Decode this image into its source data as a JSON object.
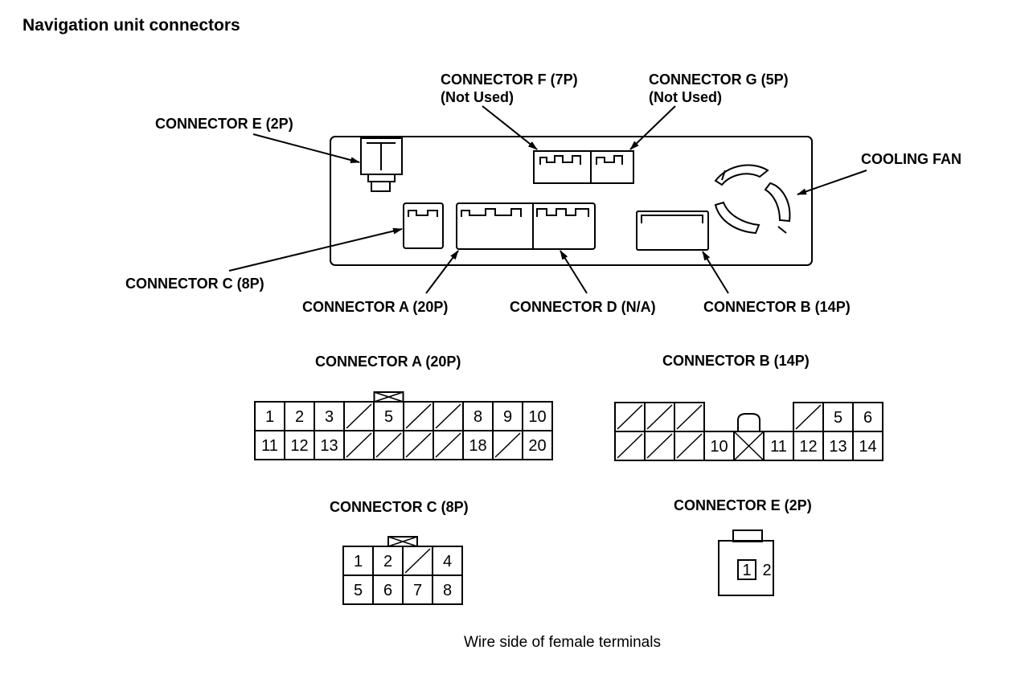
{
  "title": "Navigation unit connectors",
  "callouts": {
    "connector_f": [
      "CONNECTOR F (7P)",
      "(Not Used)"
    ],
    "connector_g": [
      "CONNECTOR G (5P)",
      "(Not Used)"
    ],
    "connector_e": "CONNECTOR E (2P)",
    "cooling_fan": "COOLING FAN",
    "connector_c": "CONNECTOR C (8P)",
    "connector_a": "CONNECTOR A (20P)",
    "connector_d": "CONNECTOR D (N/A)",
    "connector_b": "CONNECTOR B (14P)"
  },
  "pinouts": {
    "a": {
      "header": "CONNECTOR A (20P)",
      "rows": [
        [
          "1",
          "2",
          "3",
          "",
          "5",
          "",
          "",
          "8",
          "9",
          "10"
        ],
        [
          "11",
          "12",
          "13",
          "",
          "",
          "",
          "",
          "18",
          "",
          "20"
        ]
      ]
    },
    "b": {
      "header": "CONNECTOR B (14P)",
      "rows": [
        [
          "",
          "",
          "",
          "",
          "5",
          "6"
        ],
        [
          "",
          "",
          "",
          "10",
          "11",
          "12",
          "13",
          "14"
        ]
      ]
    },
    "c": {
      "header": "CONNECTOR C (8P)",
      "rows": [
        [
          "1",
          "2",
          "",
          "4"
        ],
        [
          "5",
          "6",
          "7",
          "8"
        ]
      ]
    },
    "e": {
      "header": "CONNECTOR E (2P)",
      "pins": [
        "1",
        "2"
      ]
    }
  },
  "caption": "Wire side of female terminals"
}
